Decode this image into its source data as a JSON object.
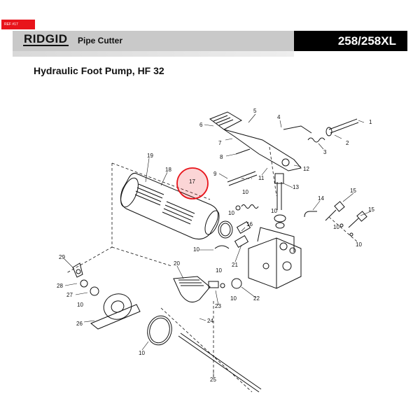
{
  "header": {
    "ref_tag": "REF #17",
    "brand": "RIDGID",
    "product": "Pipe Cutter",
    "model": "258/258XL"
  },
  "page_title": "Hydraulic Foot Pump, HF 32",
  "highlight_color": "#e8141b",
  "callouts": {
    "c1": "1",
    "c2": "2",
    "c3": "3",
    "c4": "4",
    "c5": "5",
    "c6": "6",
    "c7": "7",
    "c8": "8",
    "c9": "9",
    "c11": "11",
    "c12": "12",
    "c13": "13",
    "c14": "14",
    "c15a": "15",
    "c15b": "15",
    "c16": "16",
    "c17": "17",
    "c18": "18",
    "c19": "19",
    "c10a": "10",
    "c10b": "10",
    "c10c": "10",
    "c10d": "10",
    "c10e": "10",
    "c10f": "10",
    "c10g": "10",
    "c10h": "10",
    "c10i": "10",
    "c10j": "10",
    "c20": "20",
    "c21": "21",
    "c22": "22",
    "c23": "23",
    "c24": "24",
    "c25": "25",
    "c26": "26",
    "c27": "27",
    "c28": "28",
    "c29": "29"
  }
}
